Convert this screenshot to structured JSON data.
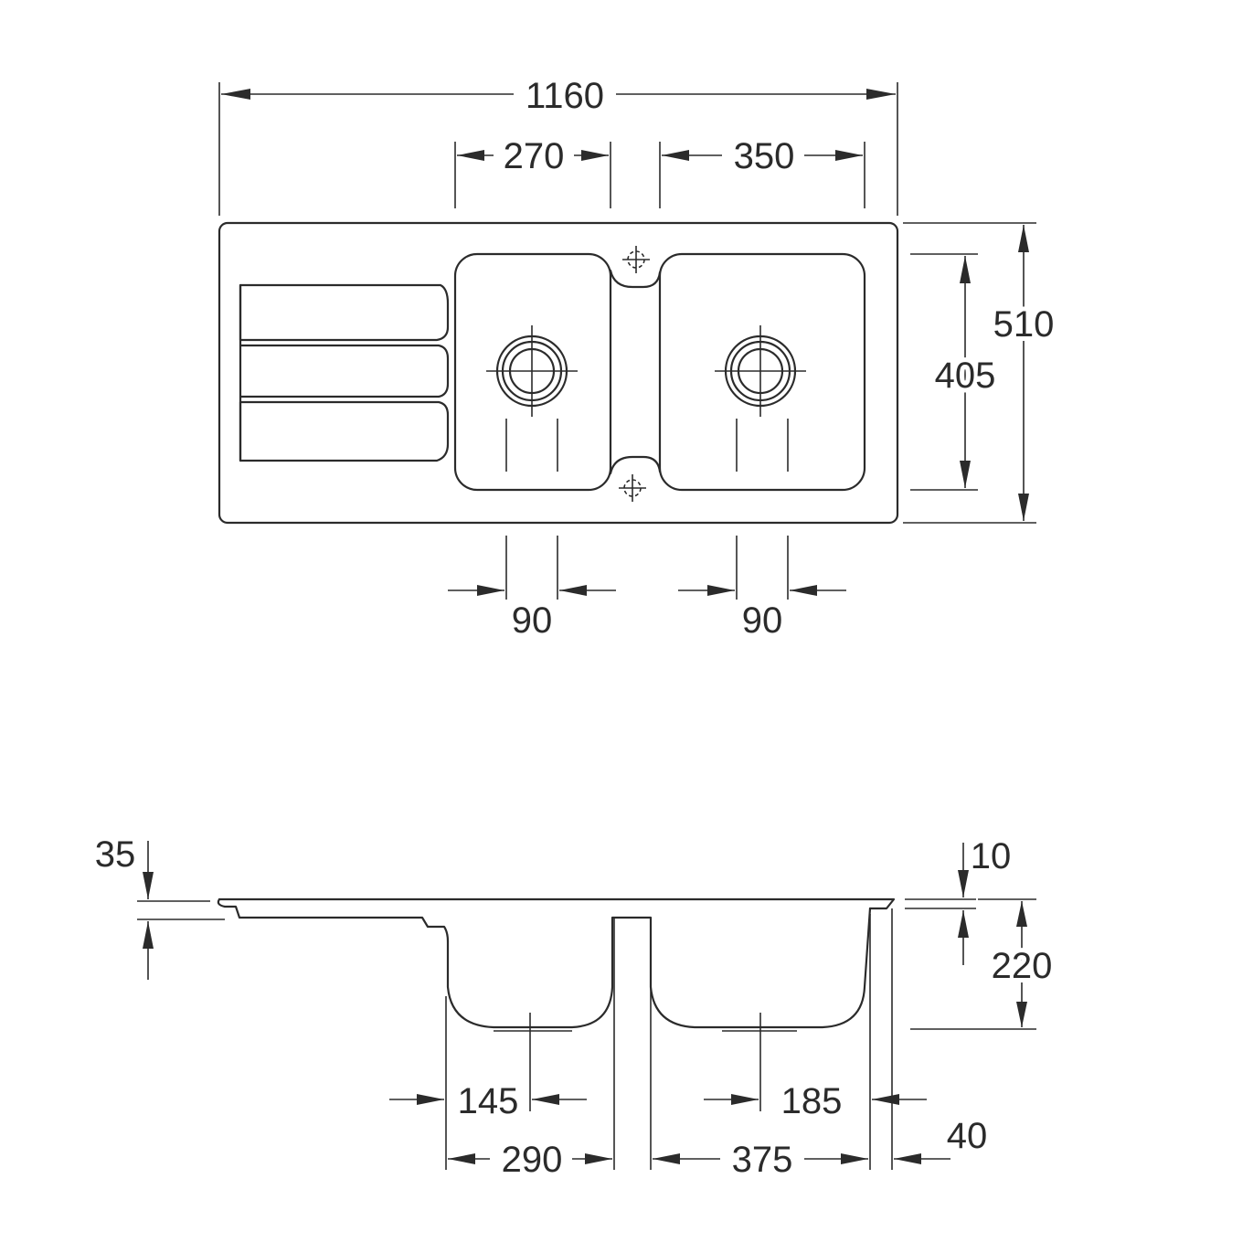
{
  "top_view": {
    "overall_width": "1160",
    "bowl1_width": "270",
    "bowl2_width": "350",
    "overall_depth": "510",
    "bowl_depth": "405",
    "drain1_offset": "90",
    "drain2_offset": "90"
  },
  "side_view": {
    "drainboard_step": "35",
    "rim_thickness": "10",
    "bowl_depth": "220",
    "drain1_offset": "145",
    "drain2_offset": "185",
    "edge_offset": "40",
    "bowl1_width": "290",
    "bowl2_width": "375"
  },
  "colors": {
    "line": "#2b2b2b",
    "background": "#ffffff"
  }
}
